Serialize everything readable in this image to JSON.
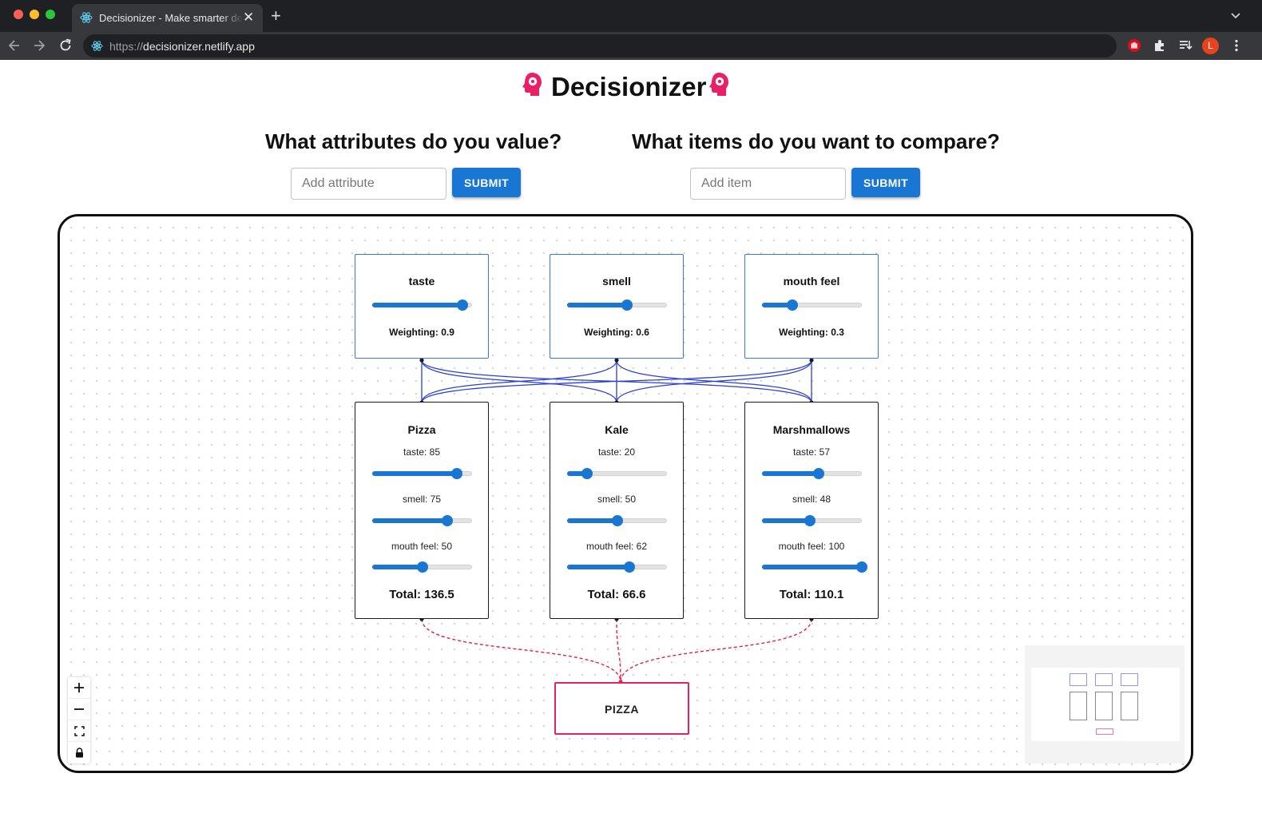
{
  "browser": {
    "tab_title": "Decisionizer - Make smarter decisions",
    "url_scheme": "https://",
    "url_host": "decisionizer.netlify.app",
    "avatar_letter": "L"
  },
  "header": {
    "title": "Decisionizer"
  },
  "attributes_section": {
    "title": "What attributes do you value?",
    "placeholder": "Add attribute",
    "submit_label": "SUBMIT"
  },
  "items_section": {
    "title": "What items do you want to compare?",
    "placeholder": "Add item",
    "submit_label": "SUBMIT"
  },
  "attributes": [
    {
      "name": "taste",
      "weighting_label": "Weighting: 0.9",
      "weight": 0.9
    },
    {
      "name": "smell",
      "weighting_label": "Weighting: 0.6",
      "weight": 0.6
    },
    {
      "name": "mouth feel",
      "weighting_label": "Weighting: 0.3",
      "weight": 0.3
    }
  ],
  "items": [
    {
      "name": "Pizza",
      "scores": [
        {
          "label": "taste: 85",
          "value": 85
        },
        {
          "label": "smell: 75",
          "value": 75
        },
        {
          "label": "mouth feel: 50",
          "value": 50
        }
      ],
      "total_label": "Total: 136.5"
    },
    {
      "name": "Kale",
      "scores": [
        {
          "label": "taste: 20",
          "value": 20
        },
        {
          "label": "smell: 50",
          "value": 50
        },
        {
          "label": "mouth feel: 62",
          "value": 62
        }
      ],
      "total_label": "Total: 66.6"
    },
    {
      "name": "Marshmallows",
      "scores": [
        {
          "label": "taste: 57",
          "value": 57
        },
        {
          "label": "smell: 48",
          "value": 48
        },
        {
          "label": "mouth feel: 100",
          "value": 100
        }
      ],
      "total_label": "Total: 110.1"
    }
  ],
  "result": {
    "label": "PIZZA"
  },
  "colors": {
    "accent": "#1976d2",
    "attribute_border": "#3b73e8",
    "result_border": "#ea1f65",
    "logo": "#ea1f65"
  }
}
